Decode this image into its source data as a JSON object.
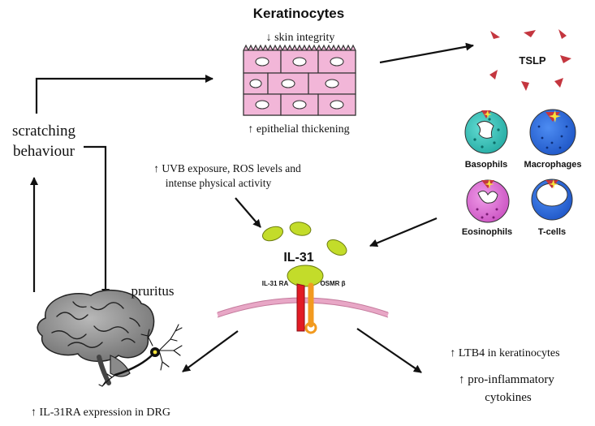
{
  "keratinocytes": {
    "title": "Keratinocytes",
    "skin_integrity": "↓ skin integrity",
    "thickening": "↑ epithelial thickening"
  },
  "tslp": {
    "label": "TSLP"
  },
  "cells": {
    "basophils": "Basophils",
    "macrophages": "Macrophages",
    "eosinophils": "Eosinophils",
    "tcells": "T-cells"
  },
  "scratching": {
    "line1": "scratching",
    "line2": "behaviour"
  },
  "triggers": {
    "line1": "↑  UVB exposure, ROS levels and",
    "line2": "intense physical activity"
  },
  "il31": {
    "label": "IL-31",
    "receptor_a": "IL-31 RA",
    "receptor_b": "OSMR β"
  },
  "pruritus": {
    "label": "pruritus"
  },
  "drg": {
    "label": "↑ IL-31RA expression in DRG"
  },
  "effects": {
    "ltb4": "↑  LTB4 in keratinocytes",
    "cytokines_line1": "↑ pro-inflammatory",
    "cytokines_line2": "cytokines"
  },
  "colors": {
    "keratinocyte_fill": "#f2b6d8",
    "il31_green": "#c3dc2a",
    "receptor_red": "#e21b24",
    "receptor_orange": "#f29a1f",
    "tslp_red": "#c4363f",
    "basophil_teal": "#3cc7be",
    "macrophage_blue": "#2c6fe0",
    "eosinophil_pink": "#e071d6",
    "tcell_blue": "#1f5bd1",
    "membrane_pink": "#f3b9d3"
  }
}
